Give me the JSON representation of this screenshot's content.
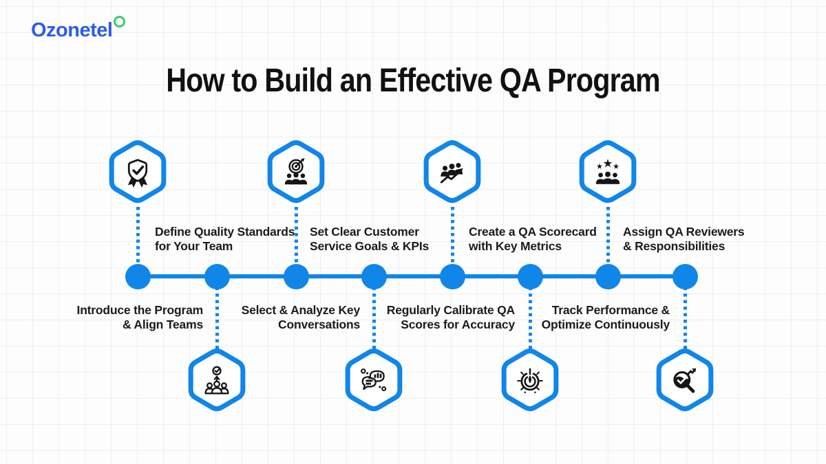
{
  "brand": {
    "logo_text": "Ozonetel"
  },
  "header": {
    "title": "How to Build an Effective QA Program"
  },
  "colors": {
    "accent_blue": "#1086E9",
    "logo_blue": "#2E5BE6",
    "logo_green": "#35CF6E",
    "text_dark": "#1B1B1B",
    "icon_black": "#161616",
    "background": "#FDFDFD"
  },
  "steps": {
    "top": [
      {
        "lines": [
          "Define Quality Standards",
          "for Your Team"
        ],
        "icon": "shield-check-badge-icon"
      },
      {
        "lines": [
          "Set Clear Customer",
          "Service Goals & KPIs"
        ],
        "icon": "target-audience-icon"
      },
      {
        "lines": [
          "Create a QA Scorecard",
          "with Key Metrics"
        ],
        "icon": "team-growth-chart-icon"
      },
      {
        "lines": [
          "Assign QA Reviewers",
          "& Responsibilities"
        ],
        "icon": "team-star-rating-icon"
      }
    ],
    "bottom": [
      {
        "lines": [
          "Introduce the Program",
          "& Align Teams"
        ],
        "icon": "team-alignment-check-icon"
      },
      {
        "lines": [
          "Select & Analyze Key",
          "Conversations"
        ],
        "icon": "conversation-analytics-icon"
      },
      {
        "lines": [
          "Regularly Calibrate QA",
          "Scores for Accuracy"
        ],
        "icon": "calibration-dial-icon"
      },
      {
        "lines": [
          "Track Performance &",
          "Optimize Continuously"
        ],
        "icon": "search-performance-icon"
      }
    ]
  }
}
